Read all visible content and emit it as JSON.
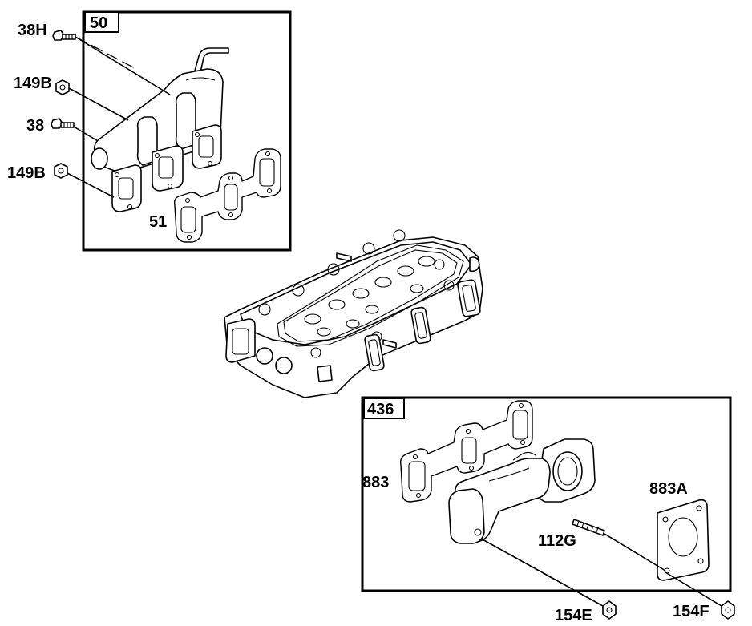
{
  "groups": [
    {
      "tag": "50"
    },
    {
      "tag": "436"
    }
  ],
  "callouts": {
    "bolt_38H": "38H",
    "nut_149B_top": "149B",
    "bolt_38": "38",
    "nut_149B_bottom": "149B",
    "gasket_51": "51",
    "gasket_883": "883",
    "plate_883A": "883A",
    "stud_112G": "112G",
    "nut_154E": "154E",
    "nut_154F": "154F"
  }
}
